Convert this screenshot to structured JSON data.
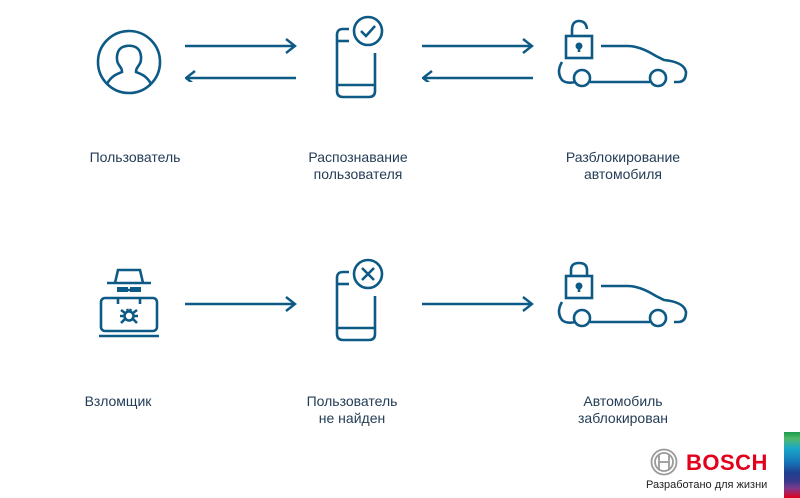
{
  "colors": {
    "icon_stroke": "#0e5a86",
    "label_text": "#243d57",
    "brand_red": "#e2001a"
  },
  "rows": [
    {
      "name": "legitimate-flow",
      "steps": [
        {
          "icon": "user-circle-icon",
          "label_lines": [
            "Пользователь"
          ]
        },
        {
          "icon": "phone-check-icon",
          "label_lines": [
            "Распознавание",
            "пользователя"
          ]
        },
        {
          "icon": "car-unlocked-icon",
          "label_lines": [
            "Разблокирование",
            "автомобиля"
          ]
        }
      ],
      "connectors": [
        "bidirectional-arrows",
        "bidirectional-arrows"
      ]
    },
    {
      "name": "attacker-flow",
      "steps": [
        {
          "icon": "hacker-laptop-icon",
          "label_lines": [
            "Взломщик"
          ]
        },
        {
          "icon": "phone-cross-icon",
          "label_lines": [
            "Пользователь",
            "не найден"
          ]
        },
        {
          "icon": "car-locked-icon",
          "label_lines": [
            "Автомобиль",
            "заблокирован"
          ]
        }
      ],
      "connectors": [
        "right-arrow",
        "right-arrow"
      ]
    }
  ],
  "footer": {
    "brand": "BOSCH",
    "tagline": "Разработано для жизни",
    "logo_icon": "bosch-armature-icon"
  }
}
